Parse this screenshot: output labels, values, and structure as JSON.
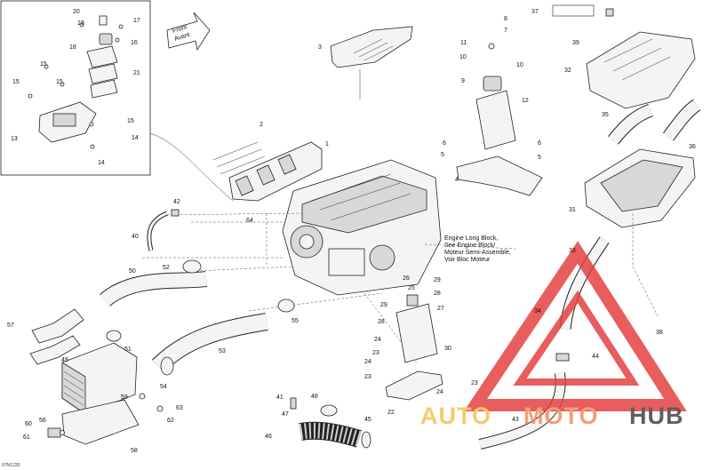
{
  "diagram": {
    "document_code": "07N1220",
    "front_arrow_text": [
      "Front",
      "Avant"
    ],
    "engine_note": [
      "Engine Long Block,",
      "See Engine Block/",
      "Moteur Semi-Assemblé,",
      "Voir Bloc Moteur"
    ],
    "callouts": [
      {
        "id": "c20",
        "label": "20"
      },
      {
        "id": "c19",
        "label": "19"
      },
      {
        "id": "c17",
        "label": "17"
      },
      {
        "id": "c16",
        "label": "16"
      },
      {
        "id": "c18",
        "label": "18"
      },
      {
        "id": "c21",
        "label": "21"
      },
      {
        "id": "c15a",
        "label": "15"
      },
      {
        "id": "c15b",
        "label": "15"
      },
      {
        "id": "c15c",
        "label": "15"
      },
      {
        "id": "c15d",
        "label": "15"
      },
      {
        "id": "c14a",
        "label": "14"
      },
      {
        "id": "c14b",
        "label": "14"
      },
      {
        "id": "c13",
        "label": "13"
      },
      {
        "id": "c3",
        "label": "3"
      },
      {
        "id": "c8",
        "label": "8"
      },
      {
        "id": "c7",
        "label": "7"
      },
      {
        "id": "c11",
        "label": "11"
      },
      {
        "id": "c10a",
        "label": "10"
      },
      {
        "id": "c10b",
        "label": "10"
      },
      {
        "id": "c9",
        "label": "9"
      },
      {
        "id": "c12",
        "label": "12"
      },
      {
        "id": "c6a",
        "label": "6"
      },
      {
        "id": "c6b",
        "label": "6"
      },
      {
        "id": "c5a",
        "label": "5"
      },
      {
        "id": "c5b",
        "label": "5"
      },
      {
        "id": "c4",
        "label": "4"
      },
      {
        "id": "c37",
        "label": "37"
      },
      {
        "id": "c39",
        "label": "39"
      },
      {
        "id": "c32",
        "label": "32"
      },
      {
        "id": "c35",
        "label": "35"
      },
      {
        "id": "c36",
        "label": "36"
      },
      {
        "id": "c31",
        "label": "31"
      },
      {
        "id": "c2",
        "label": "2"
      },
      {
        "id": "c1",
        "label": "1"
      },
      {
        "id": "c42",
        "label": "42"
      },
      {
        "id": "c40",
        "label": "40"
      },
      {
        "id": "c64",
        "label": "64"
      },
      {
        "id": "c52",
        "label": "52"
      },
      {
        "id": "c50",
        "label": "50"
      },
      {
        "id": "c55",
        "label": "55"
      },
      {
        "id": "c57",
        "label": "57"
      },
      {
        "id": "c51",
        "label": "51"
      },
      {
        "id": "c53",
        "label": "53"
      },
      {
        "id": "c49",
        "label": "49"
      },
      {
        "id": "c54",
        "label": "54"
      },
      {
        "id": "c59",
        "label": "59"
      },
      {
        "id": "c63",
        "label": "63"
      },
      {
        "id": "c62",
        "label": "62"
      },
      {
        "id": "c60",
        "label": "60"
      },
      {
        "id": "c56",
        "label": "56"
      },
      {
        "id": "c61",
        "label": "61"
      },
      {
        "id": "c58",
        "label": "58"
      },
      {
        "id": "c41",
        "label": "41"
      },
      {
        "id": "c48",
        "label": "48"
      },
      {
        "id": "c47",
        "label": "47"
      },
      {
        "id": "c46",
        "label": "46"
      },
      {
        "id": "c45",
        "label": "45"
      },
      {
        "id": "c26",
        "label": "26"
      },
      {
        "id": "c25",
        "label": "25"
      },
      {
        "id": "c29a",
        "label": "29"
      },
      {
        "id": "c29b",
        "label": "29"
      },
      {
        "id": "c28a",
        "label": "28"
      },
      {
        "id": "c28b",
        "label": "28"
      },
      {
        "id": "c27",
        "label": "27"
      },
      {
        "id": "c24a",
        "label": "24"
      },
      {
        "id": "c24b",
        "label": "24"
      },
      {
        "id": "c24c",
        "label": "24"
      },
      {
        "id": "c23a",
        "label": "23"
      },
      {
        "id": "c23b",
        "label": "23"
      },
      {
        "id": "c23c",
        "label": "23"
      },
      {
        "id": "c30",
        "label": "30"
      },
      {
        "id": "c22",
        "label": "22"
      },
      {
        "id": "c33",
        "label": "33"
      },
      {
        "id": "c34",
        "label": "34"
      },
      {
        "id": "c38",
        "label": "38"
      },
      {
        "id": "c44",
        "label": "44"
      },
      {
        "id": "c43",
        "label": "43"
      }
    ]
  },
  "watermark": {
    "parts": [
      "AUTO",
      "MOTO",
      "HUB"
    ],
    "colors": {
      "triangle": "#e43a3a",
      "auto": "#f2c14a",
      "moto": "#f08a5d",
      "hub": "#3b3b3b"
    }
  }
}
